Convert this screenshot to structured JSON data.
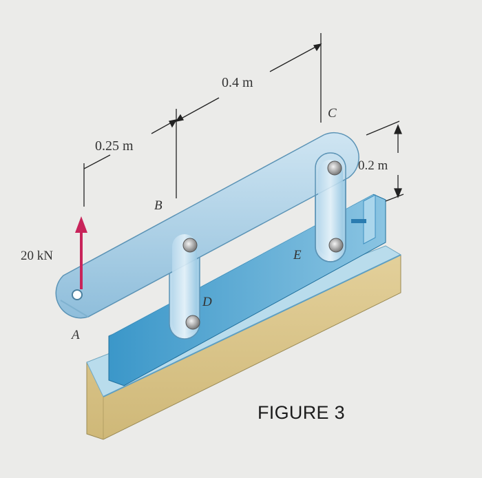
{
  "figure": {
    "caption": "FIGURE 3",
    "dimensions": {
      "ab": "0.25 m",
      "bc": "0.4 m",
      "height": "0.2 m"
    },
    "load": "20 kN",
    "points": {
      "a": "A",
      "b": "B",
      "c": "C",
      "d": "D",
      "e": "E"
    }
  },
  "colors": {
    "background": "#ebebe9",
    "member": "#a9cce3",
    "base_top": "#a8d2e6",
    "base_front": "#d9c58a",
    "rail": "#2f8cc0",
    "load_arrow": "#c8245a",
    "ink": "#222222"
  }
}
